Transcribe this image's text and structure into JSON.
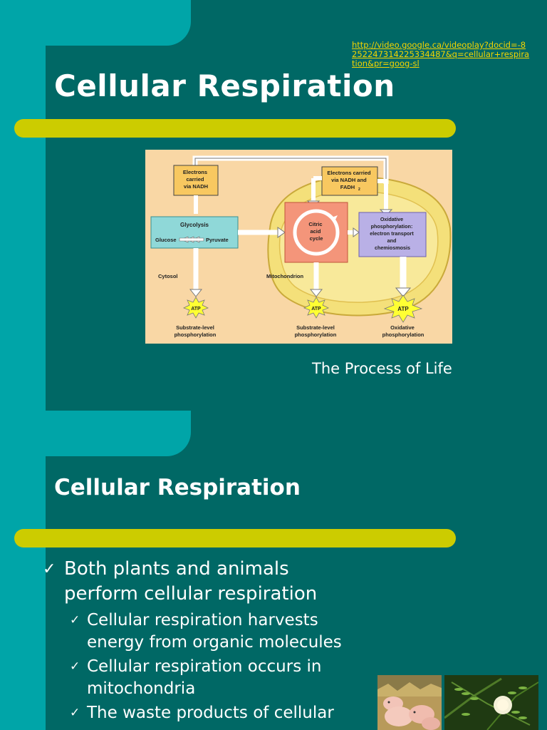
{
  "slide1": {
    "title": "Cellular Respiration",
    "link": "http://video.google.ca/videoplay?docid=-8252247314225334487&q=cellular+respiration&pr=goog-sl",
    "caption": "The Process of Life",
    "diagram": {
      "electrons_nadh": [
        "Electrons",
        "carried",
        "via NADH"
      ],
      "electrons_nadh_fadh": [
        "Electrons carried",
        "via NADH and",
        "FADH"
      ],
      "fadh_subscript": "2",
      "glycolysis": "Glycolysis",
      "glucose": "Glucose",
      "pyruvate": "Pyruvate",
      "citric": [
        "Citric",
        "acid",
        "cycle"
      ],
      "oxidative": [
        "Oxidative",
        "phosphorylation:",
        "electron transport",
        "and",
        "chemiosmosis"
      ],
      "cytosol": "Cytosol",
      "mitochondrion": "Mitochondrion",
      "atp": "ATP",
      "substrate_level": [
        "Substrate-level",
        "phosphorylation"
      ],
      "oxidative_phos": [
        "Oxidative",
        "phosphorylation"
      ]
    }
  },
  "slide2": {
    "title": "Cellular Respiration",
    "check": "✓",
    "bullets": [
      {
        "level": 1,
        "text": "Both plants and animals perform cellular respiration"
      },
      {
        "level": 2,
        "text": "Cellular respiration harvests energy from organic molecules"
      },
      {
        "level": 2,
        "text": "Cellular respiration occurs in mitochondria"
      },
      {
        "level": 2,
        "text": "The waste products of cellular"
      }
    ]
  },
  "colors": {
    "teal": "#00a5a8",
    "dark_teal": "#006865",
    "accent_bar": "#cccc00",
    "link": "#f5d400"
  }
}
